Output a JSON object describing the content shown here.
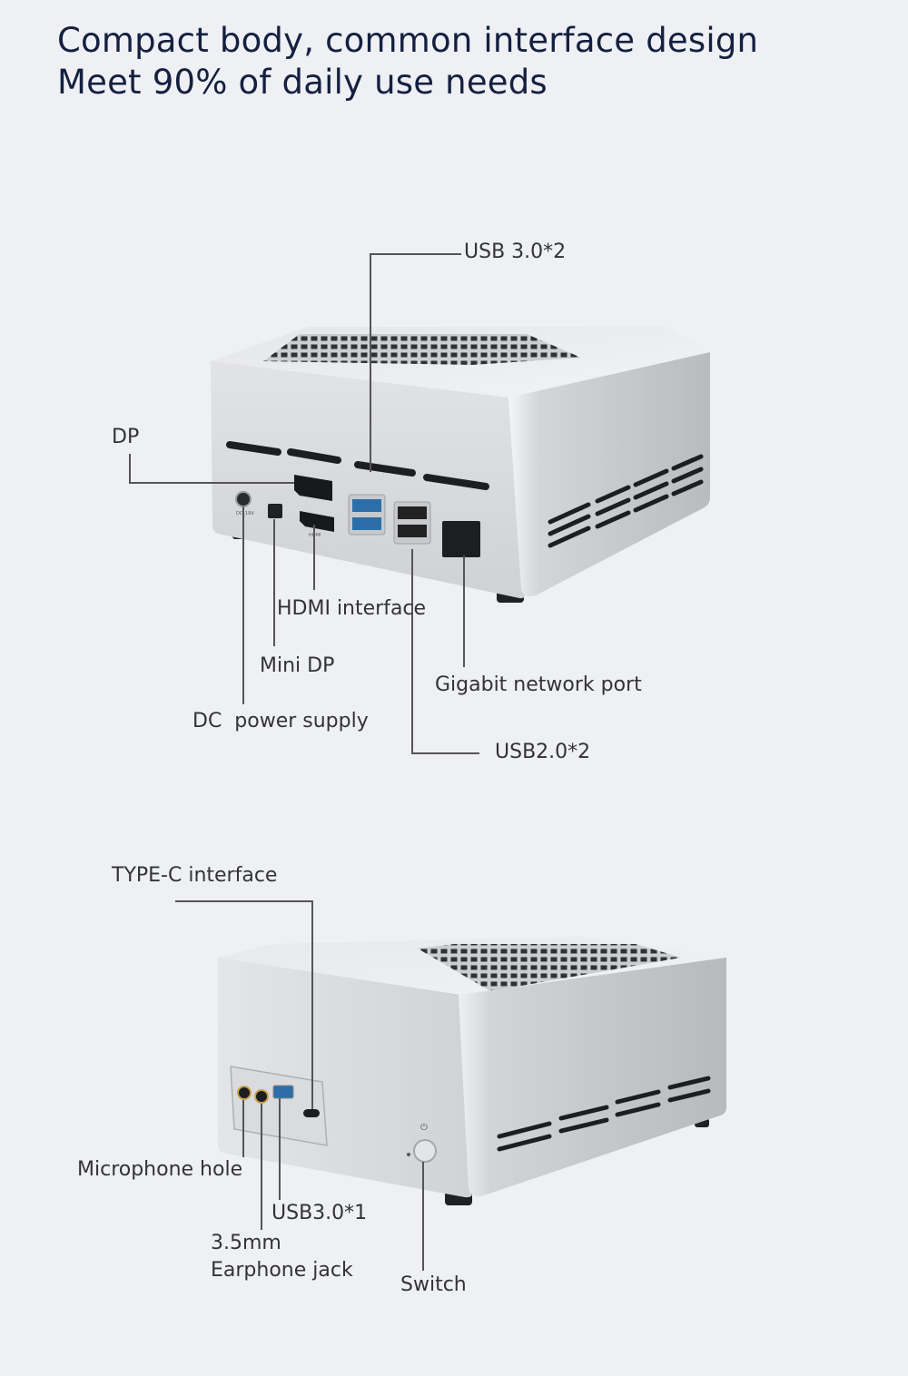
{
  "headline": {
    "line1": "Compact body, common interface design",
    "line2": "Meet 90% of daily use needs"
  },
  "rear_view": {
    "callouts": {
      "usb30x2": "USB 3.0*2",
      "dp": "DP",
      "hdmi": "HDMI interface",
      "mini_dp": "Mini DP",
      "gigabit": "Gigabit network port",
      "dc_power": "DC  power supply",
      "usb20x2": "USB2.0*2"
    }
  },
  "front_view": {
    "callouts": {
      "type_c": "TYPE-C interface",
      "microphone": "Microphone hole",
      "usb30x1": "USB3.0*1",
      "earphone_line1": "3.5mm",
      "earphone_line2": "Earphone jack",
      "switch": "Switch"
    }
  },
  "colors": {
    "background": "#eef0f4",
    "headline": "#152040",
    "label": "#333333",
    "leader_line": "#555555",
    "chassis": "#d8dadd"
  }
}
